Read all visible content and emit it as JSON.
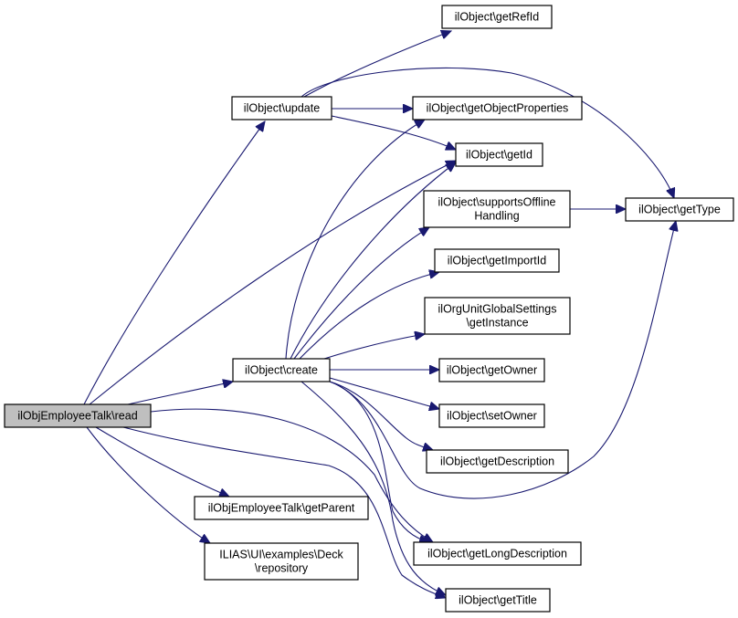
{
  "graph": {
    "type": "call-graph",
    "edge_color": "#191970",
    "root_fill": "#bfbfbf",
    "node_fill": "#ffffff",
    "nodes": [
      {
        "id": "read",
        "lines": [
          "ilObjEmployeeTalk\\read"
        ],
        "root": true
      },
      {
        "id": "update",
        "lines": [
          "ilObject\\update"
        ]
      },
      {
        "id": "create",
        "lines": [
          "ilObject\\create"
        ]
      },
      {
        "id": "getRefId",
        "lines": [
          "ilObject\\getRefId"
        ]
      },
      {
        "id": "getObjectProperties",
        "lines": [
          "ilObject\\getObjectProperties"
        ]
      },
      {
        "id": "getId",
        "lines": [
          "ilObject\\getId"
        ]
      },
      {
        "id": "supportsOfflineHandling",
        "lines": [
          "ilObject\\supportsOffline",
          "Handling"
        ]
      },
      {
        "id": "getType",
        "lines": [
          "ilObject\\getType"
        ]
      },
      {
        "id": "getImportId",
        "lines": [
          "ilObject\\getImportId"
        ]
      },
      {
        "id": "getInstance",
        "lines": [
          "ilOrgUnitGlobalSettings",
          "\\getInstance"
        ]
      },
      {
        "id": "getOwner",
        "lines": [
          "ilObject\\getOwner"
        ]
      },
      {
        "id": "setOwner",
        "lines": [
          "ilObject\\setOwner"
        ]
      },
      {
        "id": "getDescription",
        "lines": [
          "ilObject\\getDescription"
        ]
      },
      {
        "id": "getParent",
        "lines": [
          "ilObjEmployeeTalk\\getParent"
        ]
      },
      {
        "id": "deckRepository",
        "lines": [
          "ILIAS\\UI\\examples\\Deck",
          "\\repository"
        ]
      },
      {
        "id": "getLongDescription",
        "lines": [
          "ilObject\\getLongDescription"
        ]
      },
      {
        "id": "getTitle",
        "lines": [
          "ilObject\\getTitle"
        ]
      }
    ],
    "edges": [
      {
        "from": "read",
        "to": "update"
      },
      {
        "from": "read",
        "to": "getId"
      },
      {
        "from": "read",
        "to": "create"
      },
      {
        "from": "read",
        "to": "getParent"
      },
      {
        "from": "read",
        "to": "deckRepository"
      },
      {
        "from": "read",
        "to": "getLongDescription"
      },
      {
        "from": "read",
        "to": "getTitle"
      },
      {
        "from": "update",
        "to": "getRefId"
      },
      {
        "from": "update",
        "to": "getType"
      },
      {
        "from": "update",
        "to": "getObjectProperties"
      },
      {
        "from": "update",
        "to": "getId"
      },
      {
        "from": "create",
        "to": "getObjectProperties"
      },
      {
        "from": "create",
        "to": "getId"
      },
      {
        "from": "create",
        "to": "supportsOfflineHandling"
      },
      {
        "from": "create",
        "to": "getImportId"
      },
      {
        "from": "create",
        "to": "getInstance"
      },
      {
        "from": "create",
        "to": "getOwner"
      },
      {
        "from": "create",
        "to": "setOwner"
      },
      {
        "from": "create",
        "to": "getDescription"
      },
      {
        "from": "create",
        "to": "getType"
      },
      {
        "from": "create",
        "to": "getLongDescription"
      },
      {
        "from": "create",
        "to": "getTitle"
      },
      {
        "from": "supportsOfflineHandling",
        "to": "getType"
      }
    ]
  }
}
